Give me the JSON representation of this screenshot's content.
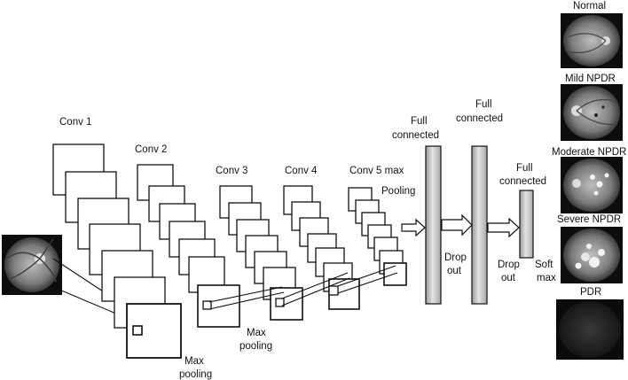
{
  "labels": {
    "conv1": "Conv 1",
    "conv2": "Conv 2",
    "conv3": "Conv 3",
    "conv4": "Conv 4",
    "conv5": "Conv 5 max",
    "pooling_c5": "Pooling",
    "maxpool1_l1": "Max",
    "maxpool1_l2": "pooling",
    "maxpool2_l1": "Max",
    "maxpool2_l2": "pooling",
    "fc1_l1": "Full",
    "fc1_l2": "connected",
    "fc2_l1": "Full",
    "fc2_l2": "connected",
    "fc3_l1": "Full",
    "fc3_l2": "connected",
    "dropout1_l1": "Drop",
    "dropout1_l2": "out",
    "dropout2_l1": "Drop",
    "dropout2_l2": "out",
    "softmax_l1": "Soft",
    "softmax_l2": "max"
  },
  "classes": [
    {
      "label": "Normal"
    },
    {
      "label": "Mild NPDR"
    },
    {
      "label": "Moderate NPDR"
    },
    {
      "label": "Severe NPDR"
    },
    {
      "label": "PDR"
    }
  ]
}
